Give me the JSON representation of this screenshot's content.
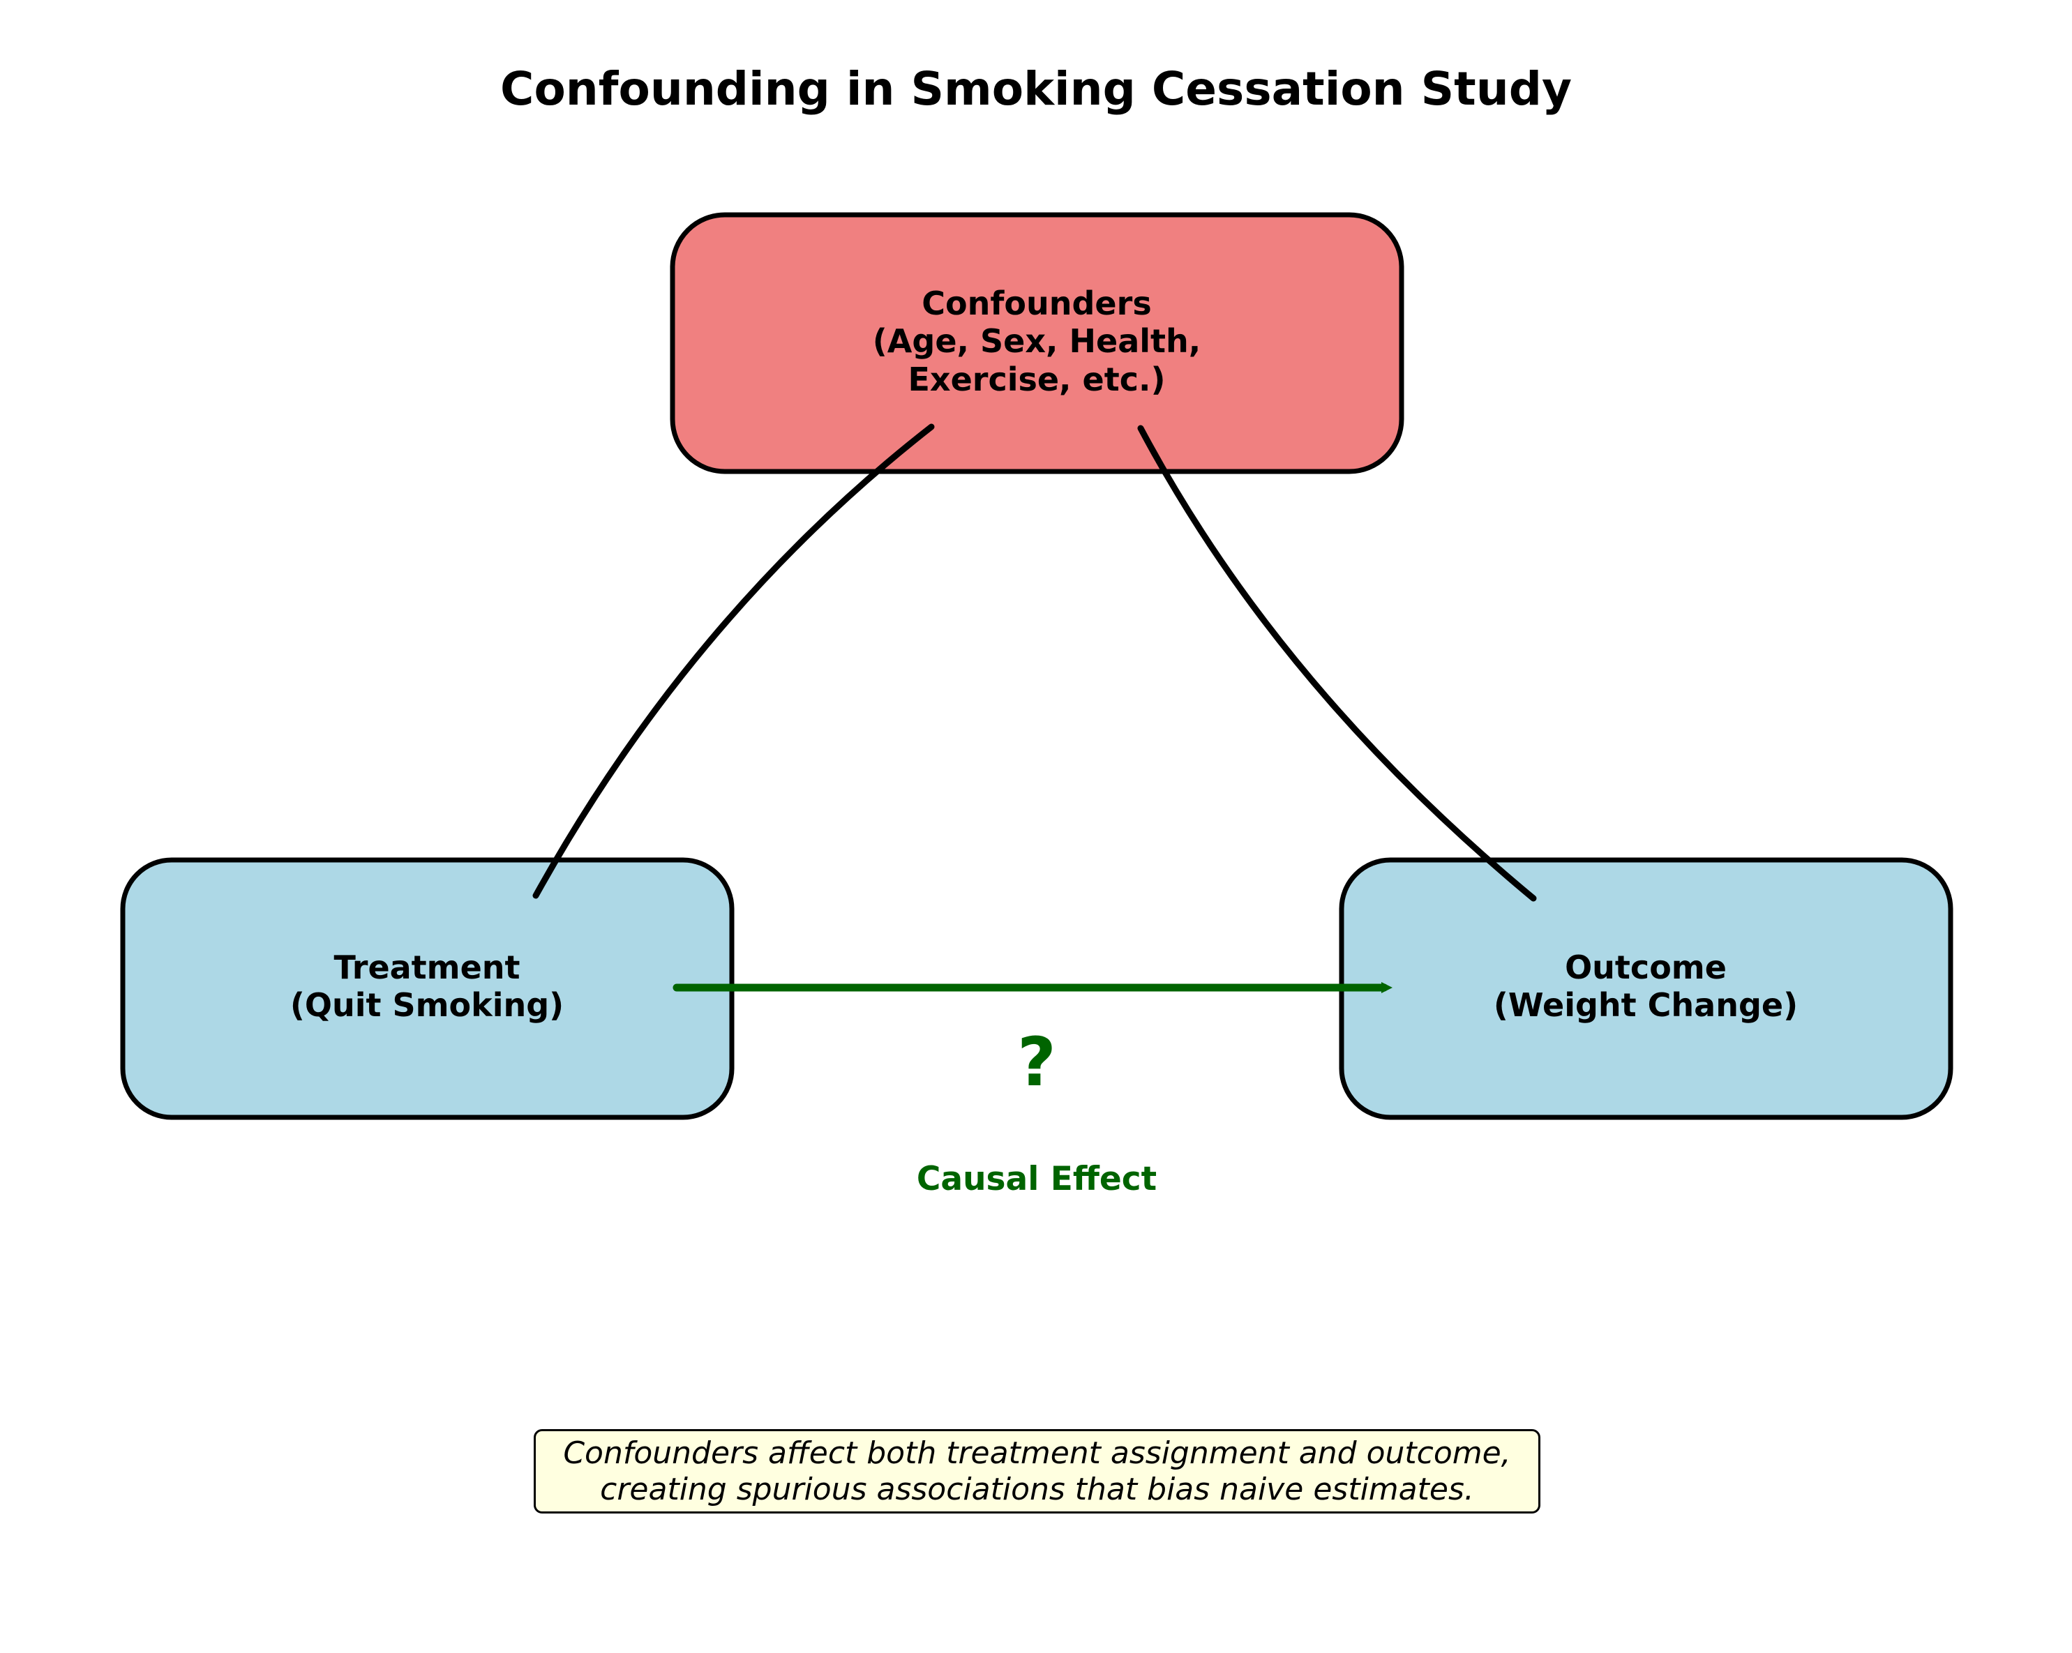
{
  "title": "Confounding in Smoking Cessation Study",
  "nodes": {
    "confounders": {
      "line1": "Confounders",
      "line2": "(Age, Sex, Health,",
      "line3": "Exercise, etc.)",
      "fill": "#f08080"
    },
    "treatment": {
      "line1": "Treatment",
      "line2": "(Quit Smoking)",
      "fill": "#add8e6"
    },
    "outcome": {
      "line1": "Outcome",
      "line2": "(Weight Change)",
      "fill": "#add8e6"
    }
  },
  "causal_edge": {
    "symbol": "?",
    "label": "Causal Effect",
    "color": "#006400"
  },
  "edges": [
    {
      "from": "confounders",
      "to": "treatment"
    },
    {
      "from": "confounders",
      "to": "outcome"
    },
    {
      "from": "treatment",
      "to": "outcome",
      "label": "Causal Effect"
    }
  ],
  "note": {
    "line1": "Confounders affect both treatment assignment and outcome,",
    "line2": "creating spurious associations that bias naive estimates.",
    "fill": "#ffffe0"
  }
}
